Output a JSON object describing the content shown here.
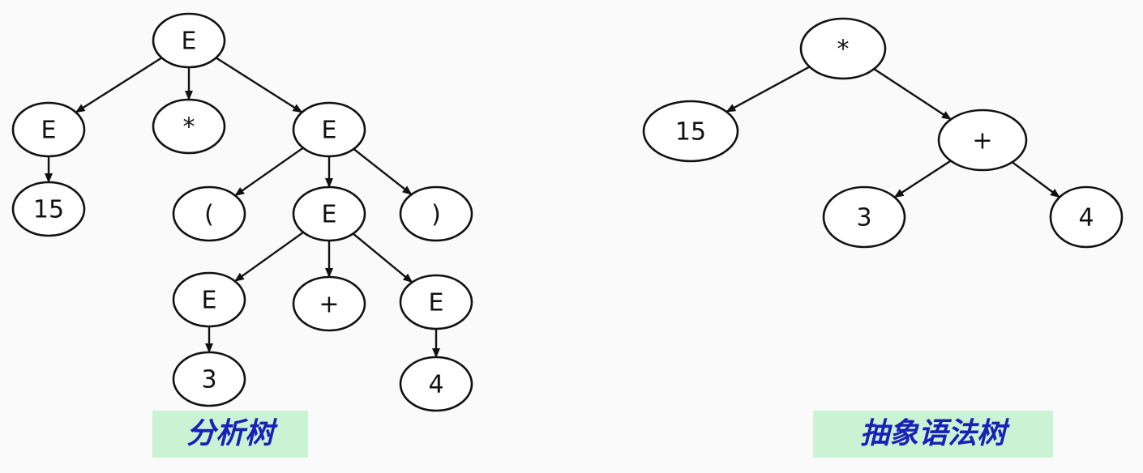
{
  "parse_tree": {
    "caption": "分析树",
    "nodes": [
      {
        "id": "p0",
        "label": "E"
      },
      {
        "id": "p1",
        "label": "E"
      },
      {
        "id": "p2",
        "label": "*"
      },
      {
        "id": "p3",
        "label": "E"
      },
      {
        "id": "p4",
        "label": "15"
      },
      {
        "id": "p5",
        "label": "("
      },
      {
        "id": "p6",
        "label": "E"
      },
      {
        "id": "p7",
        "label": ")"
      },
      {
        "id": "p8",
        "label": "E"
      },
      {
        "id": "p9",
        "label": "+"
      },
      {
        "id": "p10",
        "label": "E"
      },
      {
        "id": "p11",
        "label": "3"
      },
      {
        "id": "p12",
        "label": "4"
      }
    ],
    "edges": [
      [
        "p0",
        "p1"
      ],
      [
        "p0",
        "p2"
      ],
      [
        "p0",
        "p3"
      ],
      [
        "p1",
        "p4"
      ],
      [
        "p3",
        "p5"
      ],
      [
        "p3",
        "p6"
      ],
      [
        "p3",
        "p7"
      ],
      [
        "p6",
        "p8"
      ],
      [
        "p6",
        "p9"
      ],
      [
        "p6",
        "p10"
      ],
      [
        "p8",
        "p11"
      ],
      [
        "p10",
        "p12"
      ]
    ]
  },
  "ast": {
    "caption": "抽象语法树",
    "nodes": [
      {
        "id": "a0",
        "label": "*"
      },
      {
        "id": "a1",
        "label": "15"
      },
      {
        "id": "a2",
        "label": "+"
      },
      {
        "id": "a3",
        "label": "3"
      },
      {
        "id": "a4",
        "label": "4"
      }
    ],
    "edges": [
      [
        "a0",
        "a1"
      ],
      [
        "a0",
        "a2"
      ],
      [
        "a2",
        "a3"
      ],
      [
        "a2",
        "a4"
      ]
    ]
  },
  "colors": {
    "caption_bg": "#c9f3d3",
    "caption_text": "#1a1fb8",
    "stroke": "#111111"
  }
}
